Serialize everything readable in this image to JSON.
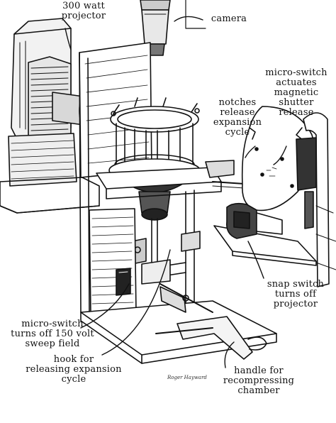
{
  "labels": {
    "projector": "300 watt\nprojector",
    "camera": "camera",
    "micro_switch_shutter": "micro-switch\nactuates\nmagnetic\nshutter\nrelease",
    "notches": "notches\nrelease\nexpansion\ncycle",
    "snap_switch": "snap switch\nturns off\nprojector",
    "micro_switch_sweep": "micro-switch\nturns off 150 volt\nsweep field",
    "hook": "hook for\nreleasing expansion\ncycle",
    "handle": "handle for\nrecompressing\nchamber"
  },
  "signature": "Roger Hayward",
  "colors": {
    "ink": "#111111",
    "paper": "#ffffff",
    "shade": "#444444"
  }
}
